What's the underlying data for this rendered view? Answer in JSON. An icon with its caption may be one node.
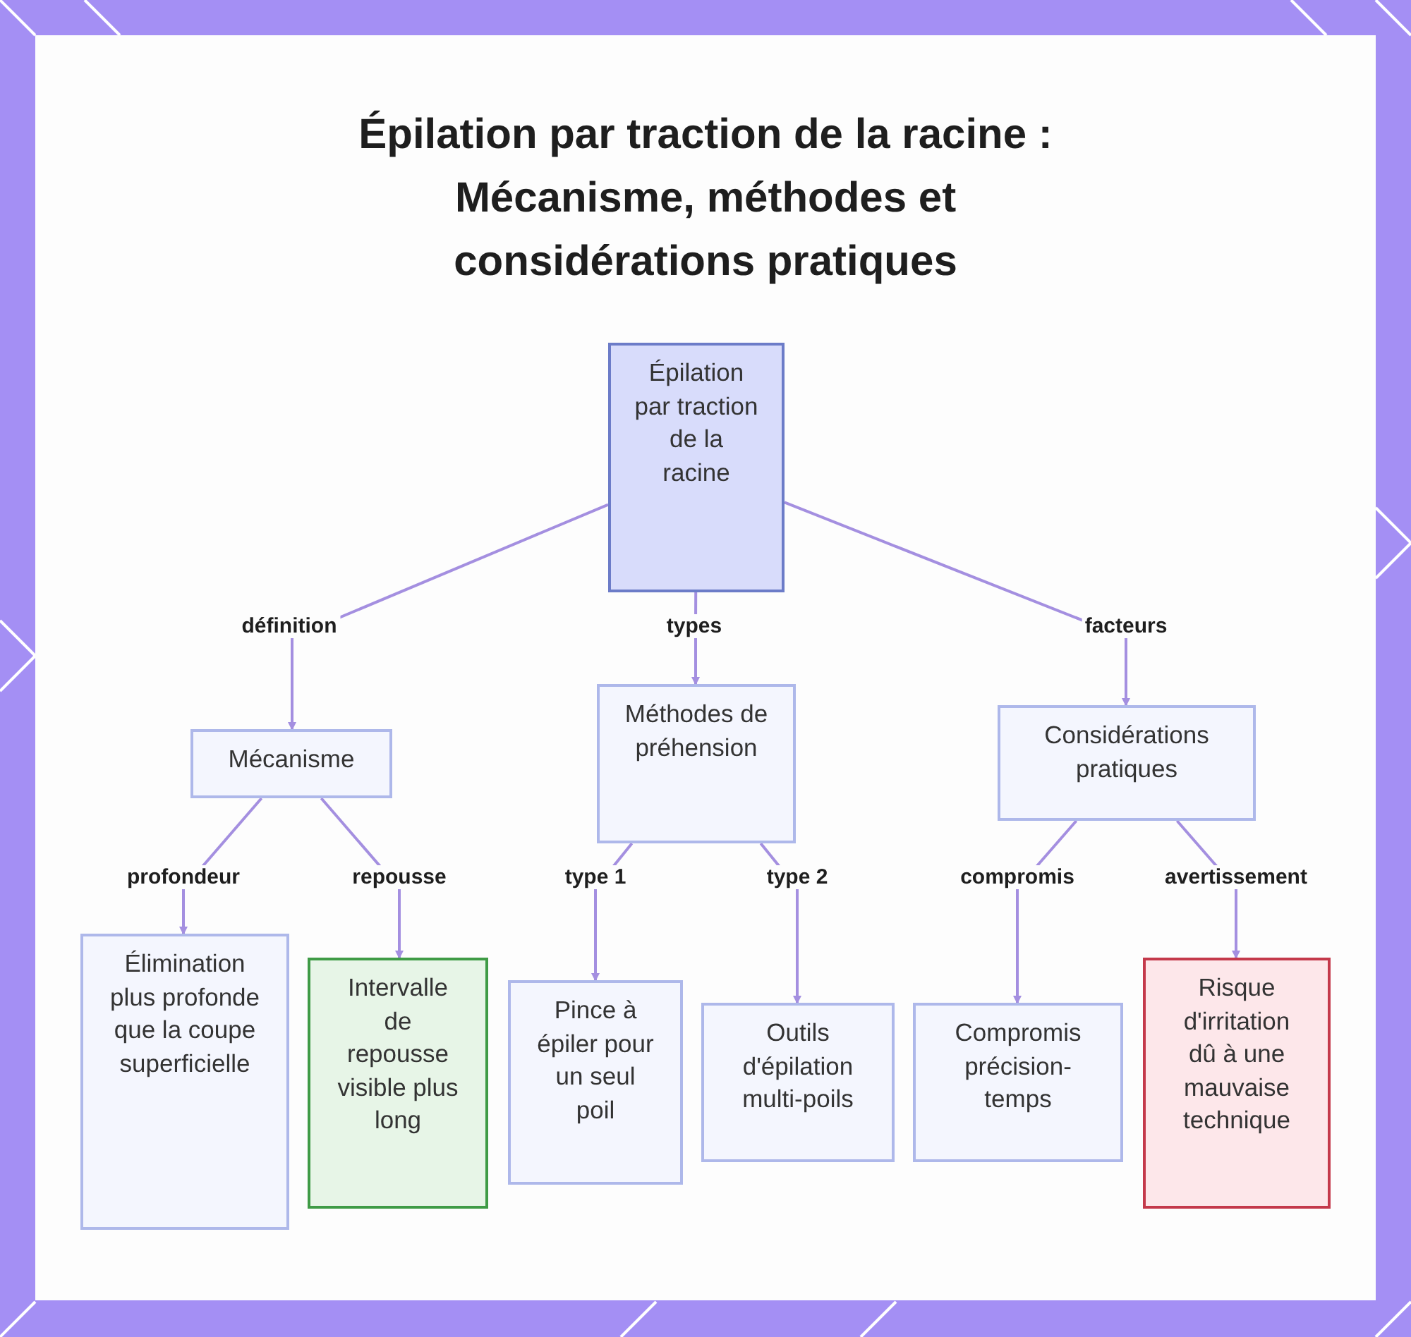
{
  "diagram": {
    "title": "Épilation par traction de la racine : Mécanisme, méthodes et considérations pratiques",
    "nodes": [
      {
        "text": [
          "Épilation par traction de la racine"
        ]
      },
      {
        "text": [
          "Mécanisme"
        ]
      },
      {
        "text": [
          "Méthodes de préhension"
        ]
      },
      {
        "text": [
          "Considérations pratiques"
        ]
      },
      {
        "text": [
          "Élimination plus profonde que la coupe superficielle"
        ]
      },
      {
        "text": [
          "Intervalle de repousse visible plus long"
        ]
      },
      {
        "text": [
          "Pince à épiler pour un seul poil"
        ]
      },
      {
        "text": [
          "Outils d'épilation multi-poils"
        ]
      },
      {
        "text": [
          "Compromis précision-temps"
        ]
      },
      {
        "text": [
          "Risque d'irritation dû à une mauvaise technique"
        ]
      }
    ],
    "edges": [
      {
        "from": 0,
        "to": 1,
        "arrow": "to",
        "label": "définition"
      },
      {
        "from": 0,
        "to": 2,
        "arrow": "to",
        "label": "types"
      },
      {
        "from": 0,
        "to": 3,
        "arrow": "to",
        "label": "facteurs"
      },
      {
        "from": 1,
        "to": 4,
        "arrow": "to",
        "label": "profondeur"
      },
      {
        "from": 1,
        "to": 5,
        "arrow": "to",
        "label": "repousse"
      },
      {
        "from": 2,
        "to": 6,
        "arrow": "to",
        "label": "type 1"
      },
      {
        "from": 2,
        "to": 7,
        "arrow": "to",
        "label": "type 2"
      },
      {
        "from": 3,
        "to": 8,
        "arrow": "to",
        "label": "compromis"
      },
      {
        "from": 3,
        "to": 9,
        "arrow": "to",
        "label": "avertissement"
      }
    ]
  }
}
